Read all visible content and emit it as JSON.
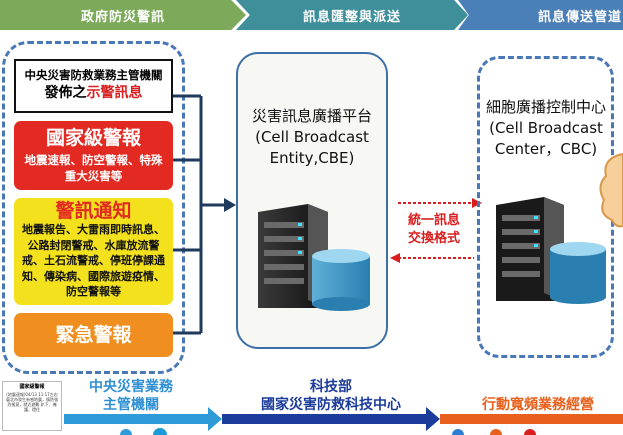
{
  "banner": {
    "stage1": "政府防災警訊",
    "stage2": "訊息匯整與派送",
    "stage3": "訊息傳送管道"
  },
  "authority": {
    "line1": "中央災害防救業務主管機關",
    "line2_prefix": "發佈之",
    "line2_highlight": "示警訊息"
  },
  "alert_levels": [
    {
      "title": "國家級警報",
      "body": "地震速報、防空警報、特殊重大災害等"
    },
    {
      "title": "警訊通知",
      "body": "地震報告、大雷雨即時訊息、公路封閉警戒、水庫放流警戒、土石流警戒、停班停課通知、傳染病、國際旅遊疫情、防空警報等"
    },
    {
      "title": "緊急警報",
      "body": ""
    }
  ],
  "cbe": {
    "label": "災害訊息廣播平台(Cell Broadcast Entity,CBE)"
  },
  "exchange": {
    "label_line1": "統一訊息",
    "label_line2": "交換格式"
  },
  "cbc": {
    "label": "細胞廣播控制中心(Cell Broadcast Center，CBC)"
  },
  "bottom": {
    "agency1_line1": "中央災害業務",
    "agency1_line2": "主管機關",
    "agency2_line1": "科技部",
    "agency2_line2": "國家災害防救科技中心",
    "agency3": "行動寬頻業務經營"
  },
  "thumbnail": {
    "title": "國家級警報",
    "text": "(地震速報)04/13 11:17左右臺北市發生有感地震，慎防強烈搖晃，就近避難 趴下、掩護、穩住"
  },
  "colors": {
    "national_red": "#e22a22",
    "notice_yellow": "#f2e11c",
    "emergency_orange": "#f08f1f",
    "dashed_blue": "#4a78b6",
    "exchange_red": "#d81e1e"
  },
  "icons": [
    "server-icon",
    "database-icon",
    "cloud-icon",
    "arrow-icon"
  ]
}
